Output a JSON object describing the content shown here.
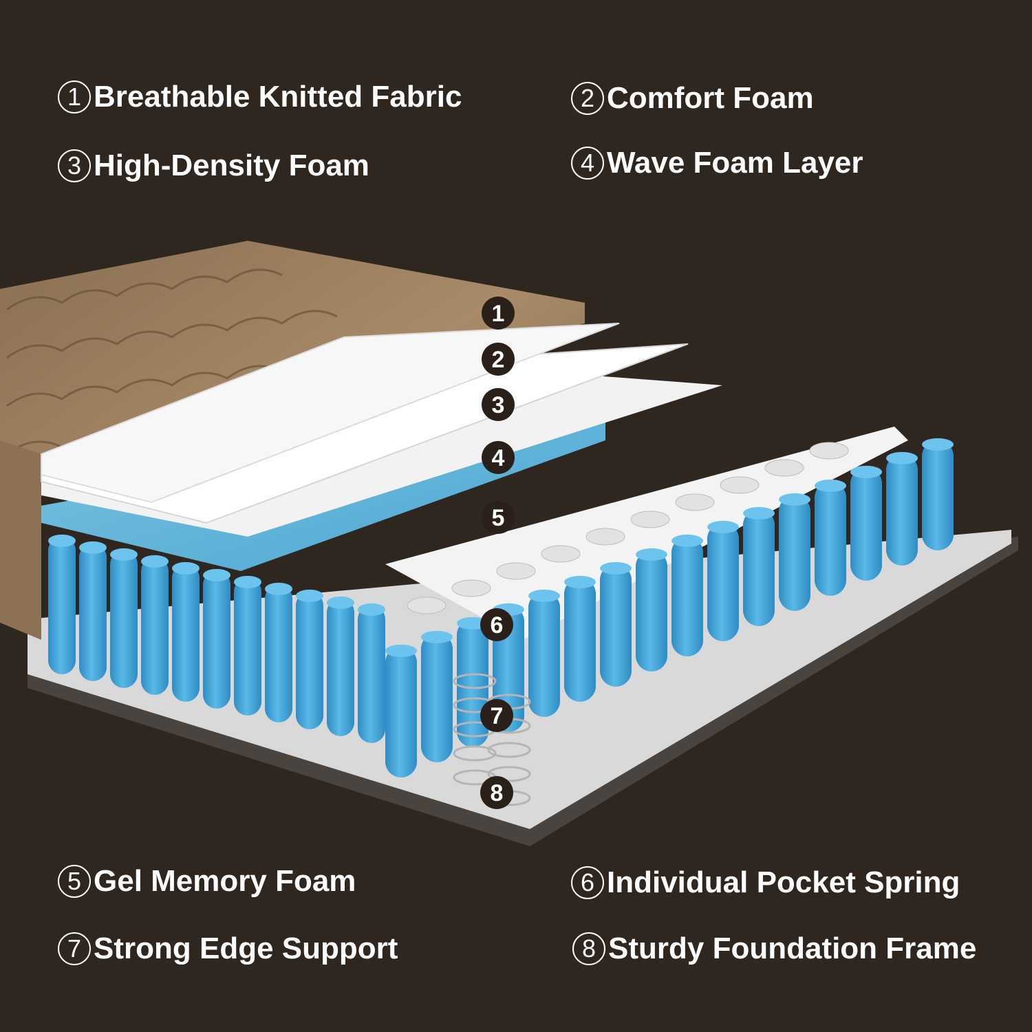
{
  "legend": [
    {
      "num": "1",
      "label": "Breathable Knitted Fabric"
    },
    {
      "num": "2",
      "label": "Comfort Foam"
    },
    {
      "num": "3",
      "label": "High-Density Foam"
    },
    {
      "num": "4",
      "label": "Wave Foam Layer"
    },
    {
      "num": "5",
      "label": "Gel Memory Foam"
    },
    {
      "num": "6",
      "label": "Individual Pocket Spring"
    },
    {
      "num": "7",
      "label": "Strong Edge Support"
    },
    {
      "num": "8",
      "label": "Sturdy Foundation Frame"
    }
  ],
  "markers": [
    "1",
    "2",
    "3",
    "4",
    "5",
    "6",
    "7",
    "8"
  ],
  "colors": {
    "background": "#2f2620",
    "fabric": "#a88a68",
    "foam_white": "#f2f2f2",
    "gel_blue": "#5ab3d9",
    "spring_blue": "#3e9fd6",
    "base": "#d8d8d8",
    "marker": "#2b2019"
  }
}
